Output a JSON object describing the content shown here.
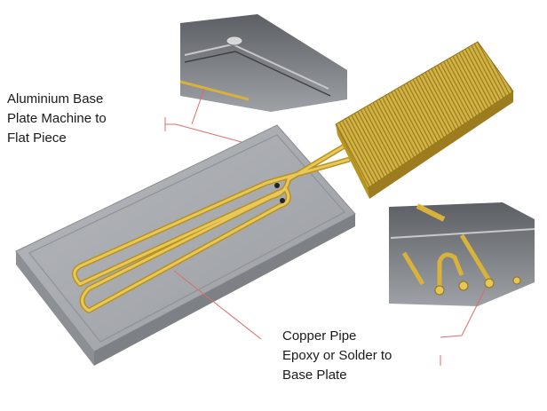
{
  "labels": {
    "base_plate": [
      "Aluminium Base",
      "Plate Machine to",
      "Flat Piece"
    ],
    "copper_pipe": [
      "Copper Pipe",
      "Epoxy or Solder to",
      "Base Plate"
    ]
  },
  "colors": {
    "plate": "#a8abaf",
    "plate_edge": "#7f8286",
    "pipe": "#d9b23a",
    "heatsink": "#c9a73a",
    "leader_line": "#e06b6b",
    "background": "#ffffff"
  },
  "components": [
    "aluminium-base-plate",
    "copper-pipe",
    "finned-heatsink",
    "detail-view-groove",
    "detail-view-pipe-ends"
  ]
}
